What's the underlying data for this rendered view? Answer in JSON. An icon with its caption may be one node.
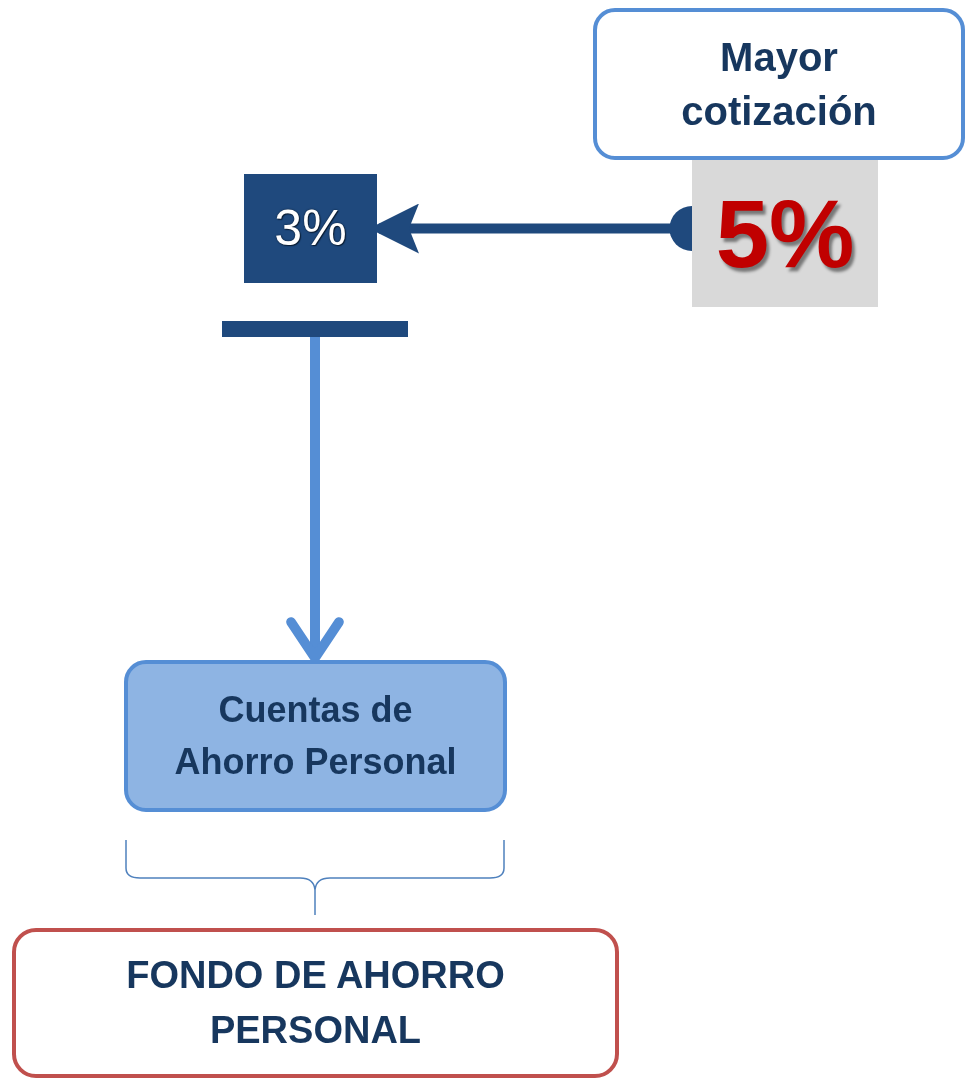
{
  "diagram": {
    "nodes": [
      {
        "text": [
          "Mayor cotización"
        ]
      },
      {
        "text": [
          "5%"
        ]
      },
      {
        "text": [
          "3%"
        ]
      },
      {
        "text": [],
        "shape": "bar"
      },
      {
        "text": [
          "Cuentas de Ahorro Personal"
        ]
      },
      {
        "text": [
          "FONDO DE AHORRO PERSONAL"
        ]
      }
    ],
    "edges": [
      {
        "from": 1,
        "to": 2,
        "arrow": "to",
        "color": "#1f497d"
      },
      {
        "from": 3,
        "to": 4,
        "arrow": "to",
        "color": "#558ed5"
      }
    ]
  }
}
